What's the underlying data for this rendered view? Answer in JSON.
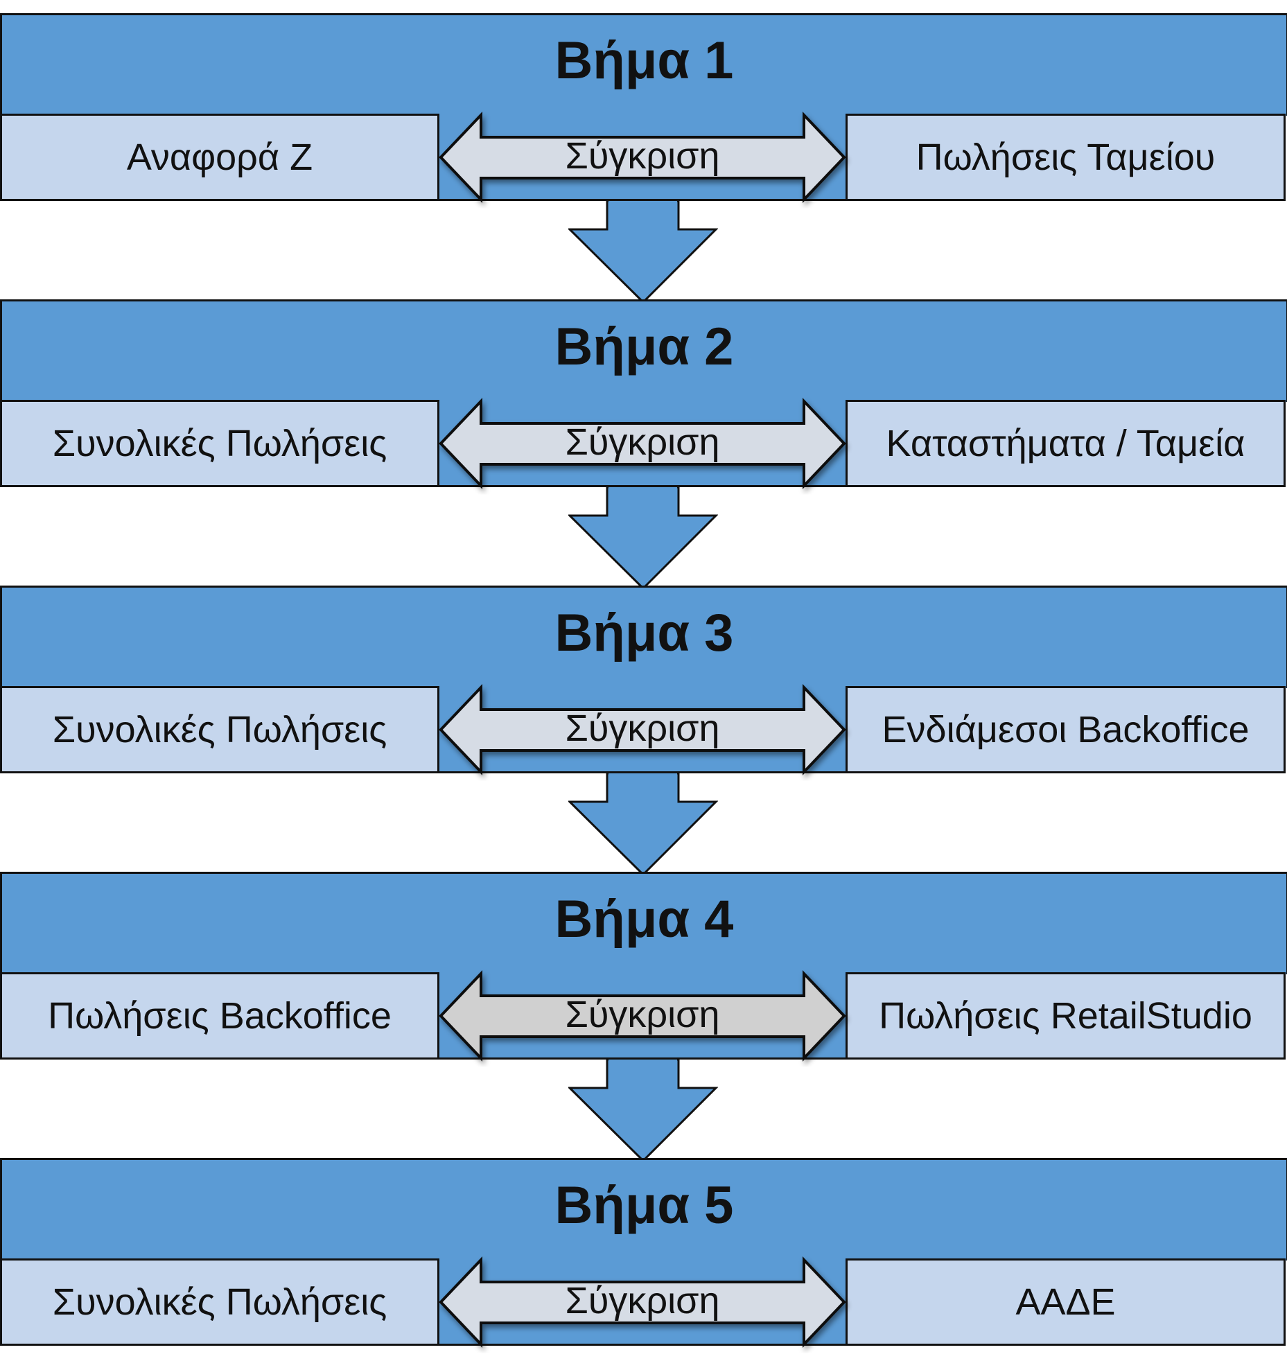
{
  "compare_label": "Σύγκριση",
  "colors": {
    "header": "#5b9bd5",
    "box": "#c5d6ed",
    "compare_arrow": "#d6dce5",
    "compare_arrow_step4": "#d0d0d0"
  },
  "steps": [
    {
      "title": "Βήμα 1",
      "left": "Αναφορά Ζ",
      "right": "Πωλήσεις Ταμείου"
    },
    {
      "title": "Βήμα 2",
      "left": "Συνολικές Πωλήσεις",
      "right": "Καταστήματα / Ταμεία"
    },
    {
      "title": "Βήμα 3",
      "left": "Συνολικές Πωλήσεις",
      "right": "Ενδιάμεσοι Backoffice"
    },
    {
      "title": "Βήμα 4",
      "left": "Πωλήσεις Backoffice",
      "right": "Πωλήσεις RetailStudio"
    },
    {
      "title": "Βήμα 5",
      "left": "Συνολικές Πωλήσεις",
      "right": "ΑΑΔΕ"
    }
  ]
}
